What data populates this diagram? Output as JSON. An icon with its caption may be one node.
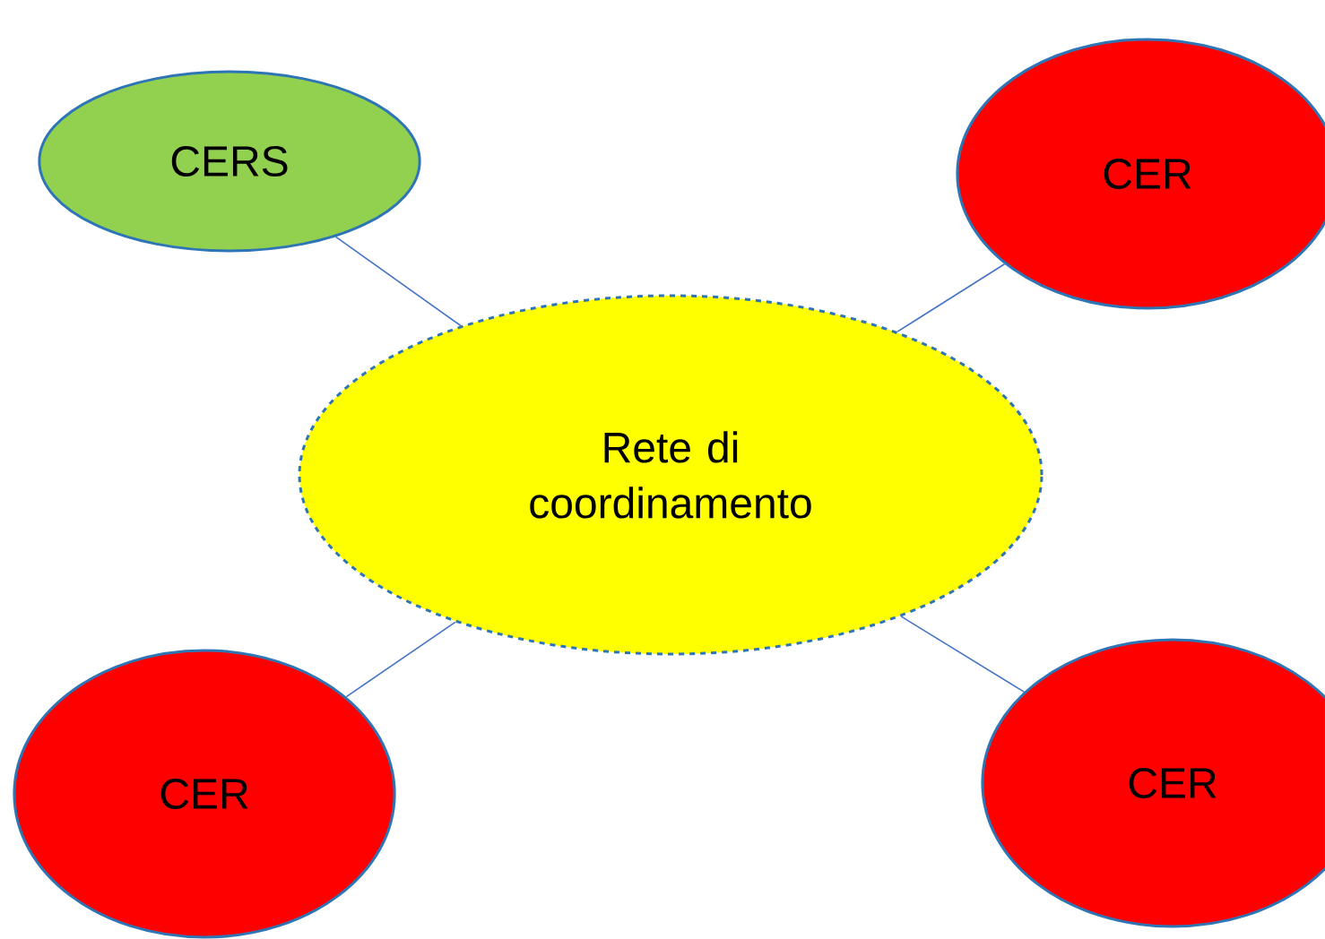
{
  "diagram": {
    "nodes": [
      {
        "text": [
          "CERS"
        ]
      },
      {
        "text": [
          "CER"
        ]
      },
      {
        "text": [
          "Rete di coordinamento"
        ]
      },
      {
        "text": [
          "CER"
        ]
      },
      {
        "text": [
          "CER"
        ]
      }
    ],
    "edges": [
      {
        "from": 2,
        "to": 0,
        "arrow": "none"
      },
      {
        "from": 2,
        "to": 1,
        "arrow": "none"
      },
      {
        "from": 2,
        "to": 3,
        "arrow": "none"
      },
      {
        "from": 2,
        "to": 4,
        "arrow": "none"
      }
    ]
  }
}
